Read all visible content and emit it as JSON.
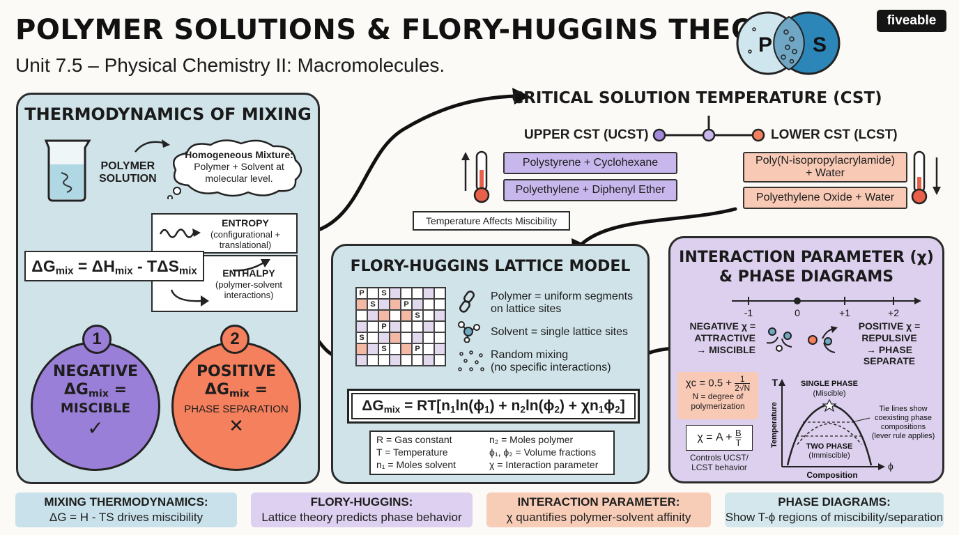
{
  "header": {
    "title": "POLYMER SOLUTIONS & FLORY-HUGGINS THEORY",
    "subtitle": "Unit 7.5 – Physical Chemistry II: Macromolecules.",
    "logo_text": "fiveable",
    "icon_p": "P",
    "icon_s": "S"
  },
  "thermo": {
    "title": "THERMODYNAMICS OF MIXING",
    "polymer_solution": [
      "POLYMER",
      "SOLUTION"
    ],
    "cloud": {
      "line1": "Homogeneous Mixture:",
      "line2": "Polymer + Solvent at",
      "line3": "molecular level."
    },
    "entropy": {
      "title": "ENTROPY",
      "line1": "(configurational +",
      "line2": "translational)"
    },
    "enthalpy": {
      "title": "ENTHALPY",
      "line1": "(polymer-solvent",
      "line2": "interactions)"
    },
    "equation": {
      "g": "ΔG",
      "mix": "mix",
      "eq_h": " = ΔH",
      "minus_ts": " - TΔS"
    },
    "negative": {
      "num": "1",
      "line1": "NEGATIVE",
      "dg": "ΔG",
      "mix": "mix",
      "eq": " =",
      "line3": "MISCIBLE",
      "mark": "✓"
    },
    "positive": {
      "num": "2",
      "line1": "POSITIVE",
      "dg": "ΔG",
      "mix": "mix",
      "eq": " =",
      "line3": "PHASE SEPARATION",
      "mark": "✕"
    }
  },
  "cst": {
    "title": "CRITICAL SOLUTION TEMPERATURE (CST)",
    "ucst": "UPPER CST (UCST)",
    "lcst": "LOWER CST (LCST)",
    "ucst_examples": [
      "Polystyrene + Cyclohexane",
      "Polyethylene + Diphenyl Ether"
    ],
    "lcst_examples": [
      "Poly(N-isopropylacrylamide)",
      "+ Water",
      "Polyethylene Oxide + Water"
    ],
    "note": "Temperature Affects Miscibility"
  },
  "flory": {
    "title": "FLORY-HUGGINS LATTICE MODEL",
    "grid": [
      [
        "P",
        "",
        "S",
        "",
        "",
        "",
        "",
        ""
      ],
      [
        "*",
        "S",
        "",
        "*",
        "P",
        "",
        "",
        ""
      ],
      [
        "",
        "",
        "*",
        "",
        "*",
        "S",
        "",
        ""
      ],
      [
        "",
        "",
        "P",
        "",
        "",
        "",
        "",
        ""
      ],
      [
        "S",
        "",
        "",
        "*",
        "",
        "",
        "",
        ""
      ],
      [
        "*",
        "",
        "S",
        "",
        "*",
        "P",
        "",
        ""
      ],
      [
        "",
        "",
        "",
        "",
        "",
        "",
        "",
        ""
      ]
    ],
    "legend": {
      "polymer": [
        "Polymer = uniform segments",
        "on lattice sites"
      ],
      "solvent": "Solvent = single lattice sites",
      "random": [
        "Random mixing",
        "(no specific interactions)"
      ]
    },
    "equation": {
      "lhs": "ΔG",
      "mix": "mix",
      "rhs1": " = RT[n",
      "s1": "1",
      "ln1": "ln(ϕ",
      "s2": "1",
      "rhs2": ") + n",
      "s3": "2",
      "ln2": "ln(ϕ",
      "s4": "2",
      "rhs3": ") + χn",
      "s5": "1",
      "phi": "ϕ",
      "s6": "2",
      "end": "]"
    },
    "defs": {
      "r": "R = Gas constant",
      "t": "T = Temperature",
      "n1": "n₁ = Moles solvent",
      "n2": "n₂ = Moles polymer",
      "phi": "ϕ₁, ϕ₂ = Volume fractions",
      "chi": "χ = Interaction parameter"
    }
  },
  "inter": {
    "title1": "INTERACTION PARAMETER (χ)",
    "title2": "& PHASE DIAGRAMS",
    "axis_ticks": [
      "-1",
      "0",
      "+1",
      "+2"
    ],
    "negative": [
      "NEGATIVE χ =",
      "ATTRACTIVE",
      "→ MISCIBLE"
    ],
    "positive": [
      "POSITIVE χ =",
      "REPULSIVE",
      "→ PHASE SEPARATE"
    ],
    "chic": {
      "lhs": "χc = 0.5 + ",
      "frac_top": "1",
      "frac_bot": "2√N",
      "note1": "N = degree of",
      "note2": "polymerization"
    },
    "chi_eq": {
      "lhs": "χ = A + ",
      "frac_top": "B",
      "frac_bot": "T",
      "note1": "Controls UCST/",
      "note2": "LCST behavior"
    },
    "diagram": {
      "y_label": "Temperature",
      "t_label": "T",
      "x_label": "Composition",
      "phi_label": "ϕ",
      "single": [
        "SINGLE PHASE",
        "(Miscible)"
      ],
      "two": [
        "TWO PHASE",
        "(Immiscible)"
      ],
      "tie": [
        "Tie lines show",
        "coexisting phase",
        "compositions",
        "(lever rule applies)"
      ]
    }
  },
  "footer": [
    {
      "bold": "MIXING THERMODYNAMICS:",
      "rest": "ΔG = H - TS drives miscibility",
      "color": "#c9e1ea"
    },
    {
      "bold": "FLORY-HUGGINS:",
      "rest": "Lattice theory predicts phase behavior",
      "color": "#ddd0f0"
    },
    {
      "bold": "INTERACTION PARAMETER:",
      "rest": "χ quantifies polymer-solvent affinity",
      "color": "#f8cdb8"
    },
    {
      "bold": "PHASE DIAGRAMS:",
      "rest": "Show T-ϕ regions of miscibility/separation",
      "color": "#d3e7ec"
    }
  ]
}
